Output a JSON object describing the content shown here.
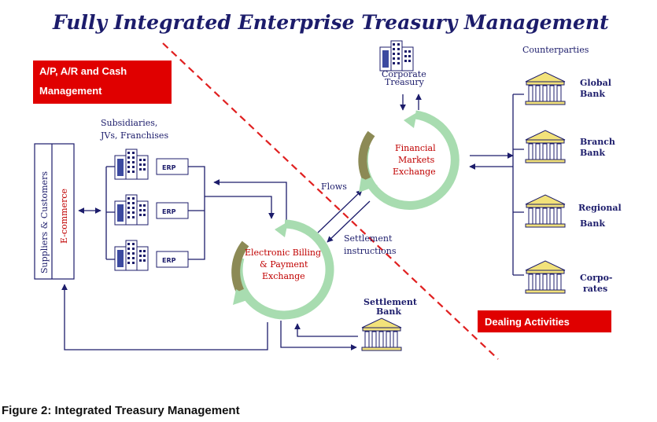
{
  "title": "Fully Integrated Enterprise Treasury Management",
  "boxes": {
    "ap_ar_line1": "A/P, A/R and Cash",
    "ap_ar_line2": "Management",
    "dealing": "Dealing Activities"
  },
  "left_panel": {
    "suppliers": "Suppliers & Customers",
    "ecommerce": "E-commerce"
  },
  "subsidiaries": {
    "line1": "Subsidiaries,",
    "line2": "JVs, Franchises",
    "erp_labels": [
      "ERP",
      "ERP",
      "ERP"
    ]
  },
  "corporate_treasury": {
    "line1": "Corporate",
    "line2": "Treasury"
  },
  "financial_exchange": {
    "line1": "Financial",
    "line2": "Markets",
    "line3": "Exchange"
  },
  "billing_exchange": {
    "line1": "Electronic Billing",
    "line2": "& Payment",
    "line3": "Exchange"
  },
  "flows_label": "Flows",
  "settlement_instructions": {
    "line1": "Settlement",
    "line2": "instructions"
  },
  "settlement_bank": {
    "line1": "Settlement",
    "line2": "Bank"
  },
  "counterparties": {
    "header": "Counterparties",
    "items": [
      {
        "line1": "Global",
        "line2": "Bank"
      },
      {
        "line1": "Branch",
        "line2": "Bank"
      },
      {
        "line1": "Regional",
        "line2": "Bank"
      },
      {
        "line1": "Corpo-",
        "line2": "rates"
      }
    ]
  },
  "caption": "Figure 2: Integrated Treasury Management",
  "colors": {
    "navy": "#1c1c6b",
    "red_box": "#e00000",
    "cycle_green": "#a8dcb0",
    "cycle_olive": "#8c8a55",
    "diagonal": "#e02020"
  }
}
